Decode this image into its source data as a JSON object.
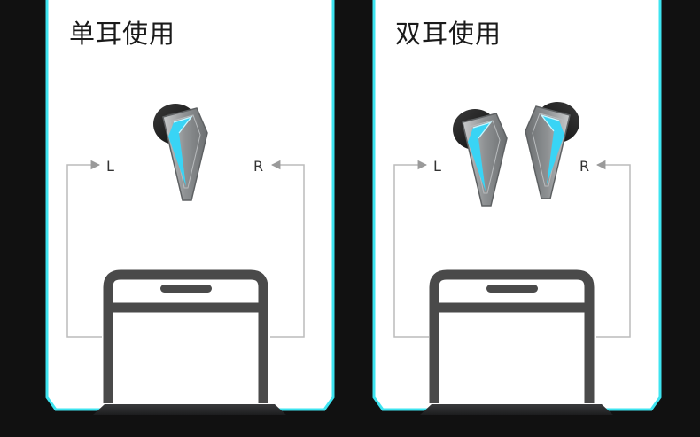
{
  "panels": [
    {
      "title": "单耳使用",
      "left_label": "L",
      "right_label": "R",
      "earbuds": "single"
    },
    {
      "title": "双耳使用",
      "left_label": "L",
      "right_label": "R",
      "earbuds": "pair"
    }
  ],
  "colors": {
    "background": "#111111",
    "panel_fill": "#ffffff",
    "panel_border": "#3ee4f0",
    "earbud_accent": "#39d4f5",
    "earbud_shell": "#8f9294",
    "earbud_tip": "#151515",
    "phone_outline": "#4a4a4a",
    "connector_line": "#bcbcbc"
  }
}
